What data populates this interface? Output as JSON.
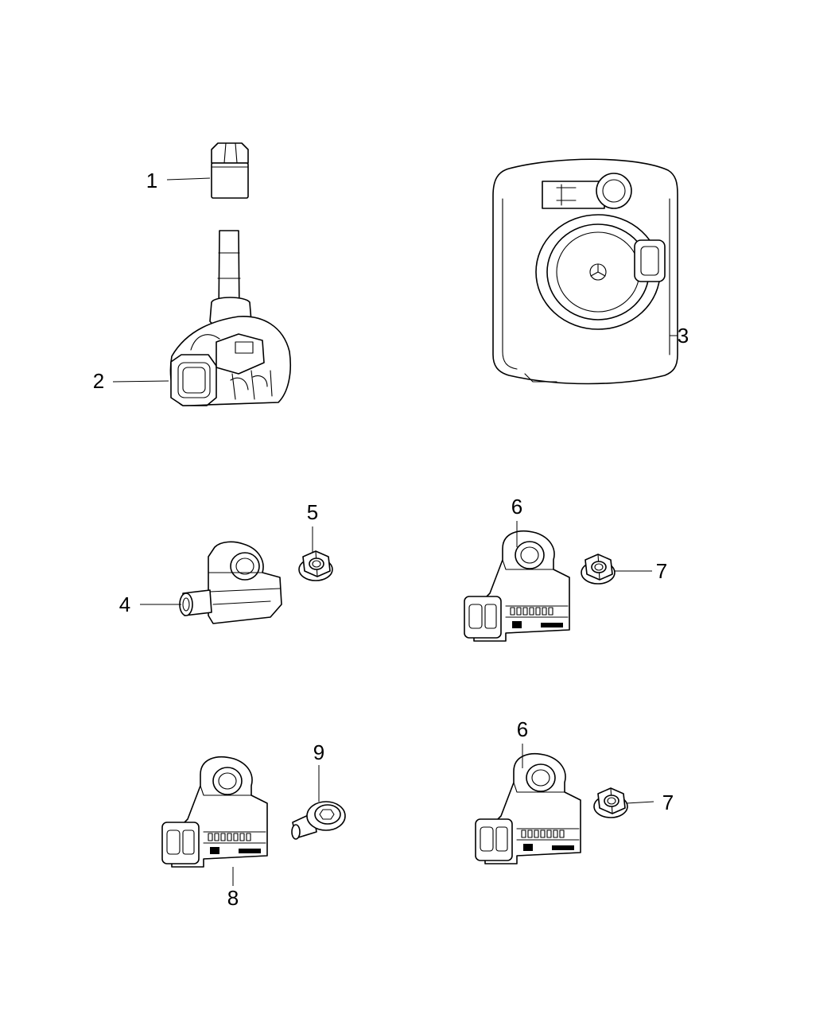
{
  "diagram": {
    "background": "#ffffff",
    "line_color": "#000000",
    "callouts": [
      {
        "id": "1",
        "label": "1"
      },
      {
        "id": "2",
        "label": "2"
      },
      {
        "id": "3",
        "label": "3"
      },
      {
        "id": "4",
        "label": "4"
      },
      {
        "id": "5",
        "label": "5"
      },
      {
        "id": "6a",
        "label": "6"
      },
      {
        "id": "7a",
        "label": "7"
      },
      {
        "id": "6b",
        "label": "6"
      },
      {
        "id": "7b",
        "label": "7"
      },
      {
        "id": "8",
        "label": "8"
      },
      {
        "id": "9",
        "label": "9"
      }
    ]
  }
}
